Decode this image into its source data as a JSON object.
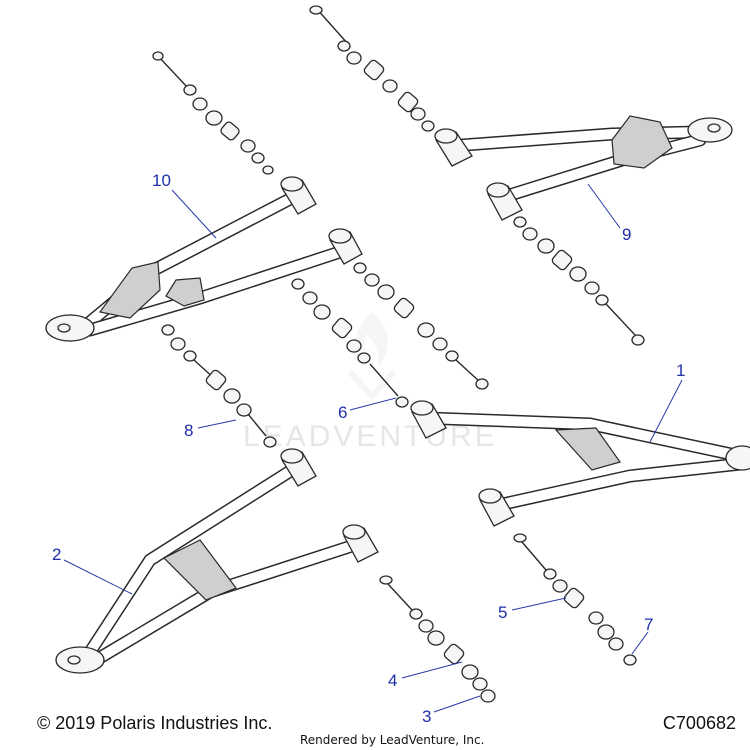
{
  "callouts": [
    {
      "label": "1"
    },
    {
      "label": "2"
    },
    {
      "label": "3"
    },
    {
      "label": "4"
    },
    {
      "label": "5"
    },
    {
      "label": "6"
    },
    {
      "label": "7"
    },
    {
      "label": "8"
    },
    {
      "label": "9"
    },
    {
      "label": "10"
    }
  ],
  "watermark": "LEADVENTURE",
  "footer": {
    "copyright": "© 2019 Polaris Industries Inc.",
    "diagram_code": "C700682",
    "render_credit": "Rendered by LeadVenture, Inc."
  },
  "colors": {
    "callout": "#1f2fa8",
    "line": "#2a2a2a"
  }
}
